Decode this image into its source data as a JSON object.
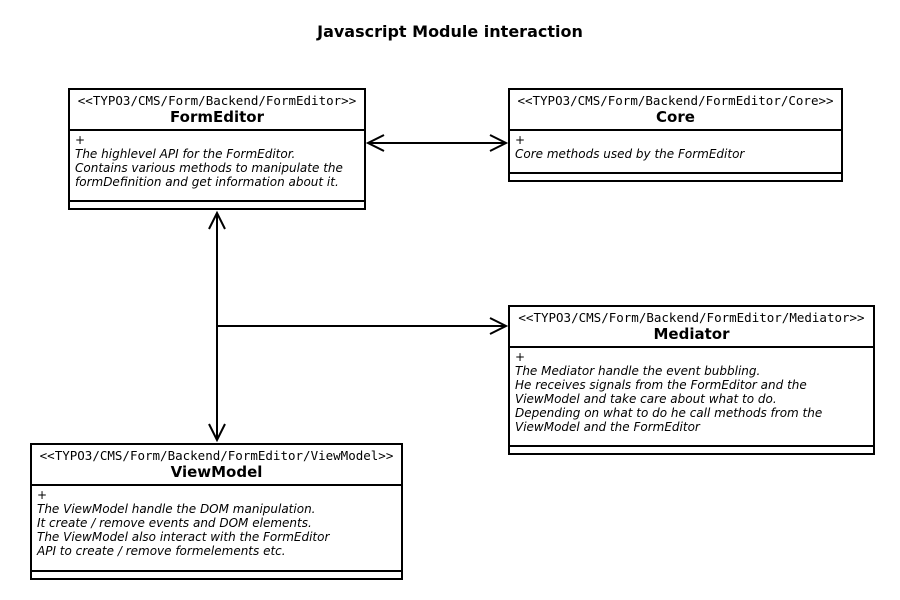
{
  "title": "Javascript Module interaction",
  "colors": {
    "line": "#000000",
    "background": "#ffffff",
    "text": "#000000"
  },
  "classes": [
    {
      "id": "FormEditor",
      "stereotype": "<<TYPO3/CMS/Form/Backend/FormEditor>>",
      "name": "FormEditor",
      "visibility": "+",
      "lines": [
        "The highlevel API for the FormEditor.",
        "Contains various methods to manipulate the",
        "formDefinition and get information about it."
      ]
    },
    {
      "id": "Core",
      "stereotype": "<<TYPO3/CMS/Form/Backend/FormEditor/Core>>",
      "name": "Core",
      "visibility": "+",
      "lines": [
        "Core methods used by the FormEditor"
      ]
    },
    {
      "id": "Mediator",
      "stereotype": "<<TYPO3/CMS/Form/Backend/FormEditor/Mediator>>",
      "name": "Mediator",
      "visibility": "+",
      "lines": [
        "The Mediator handle the event bubbling.",
        "He receives signals from the FormEditor and the",
        "ViewModel and take care about what to do.",
        "Depending on what to do he call methods from the",
        "ViewModel and the FormEditor"
      ]
    },
    {
      "id": "ViewModel",
      "stereotype": "<<TYPO3/CMS/Form/Backend/FormEditor/ViewModel>>",
      "name": "ViewModel",
      "visibility": "+",
      "lines": [
        "The ViewModel handle the DOM manipulation.",
        "It create / remove events and DOM elements.",
        "The ViewModel also interact with the FormEditor",
        "API to create / remove formelements etc."
      ]
    }
  ],
  "relationships": [
    {
      "from": "FormEditor",
      "to": "Core",
      "type": "double-headed-arrow"
    },
    {
      "from": "FormEditor",
      "to": "ViewModel",
      "type": "double-headed-arrow"
    },
    {
      "from": "FormEditor-ViewModel-line",
      "to": "Mediator",
      "type": "single-headed-arrow"
    }
  ]
}
